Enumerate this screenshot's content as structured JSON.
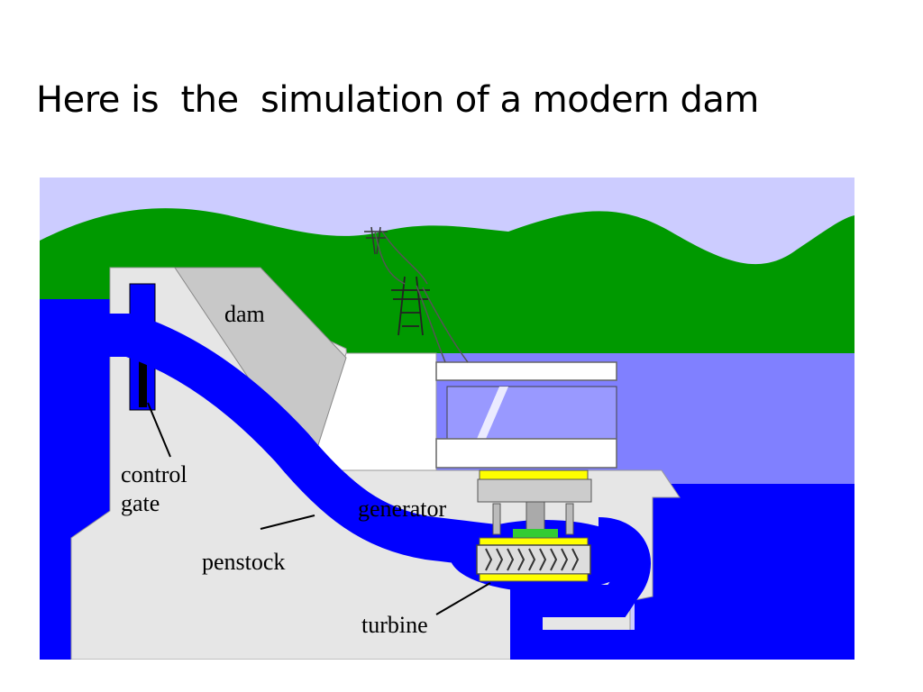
{
  "slide": {
    "title": "Here is  the  simulation of a modern dam"
  },
  "diagram": {
    "labels": {
      "dam": "dam",
      "control_gate_line1": "control",
      "control_gate_line2": "gate",
      "generator": "generator",
      "penstock": "penstock",
      "turbine": "turbine"
    },
    "colors": {
      "sky": "#ccccff",
      "hills": "#009900",
      "reservoir_water": "#0000ff",
      "tailwater": "#8080ff",
      "concrete": "#e6e6e6",
      "dam_face": "#c8c8c8",
      "generator_accent": "#ffff00",
      "window": "#9999ff"
    }
  }
}
